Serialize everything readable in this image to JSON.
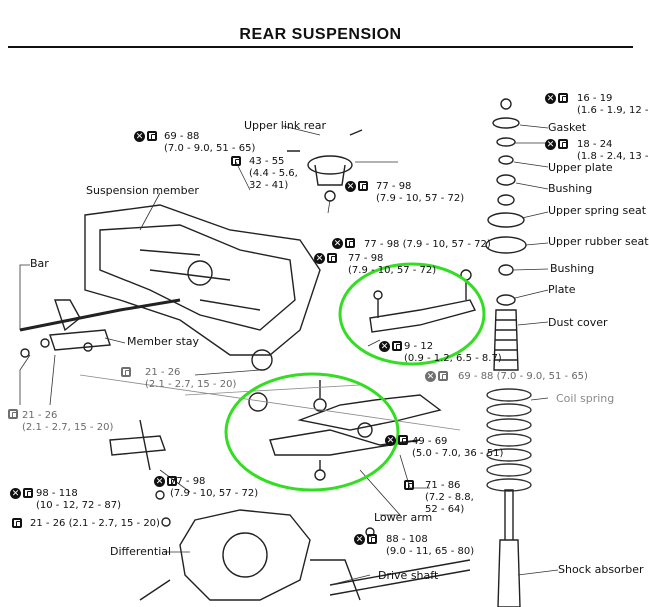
{
  "title": "REAR SUSPENSION",
  "labels": {
    "upper_link_rear": "Upper link rear",
    "suspension_member": "Suspension member",
    "bar": "Bar",
    "member_stay": "Member stay",
    "lower_arm": "Lower arm",
    "differential": "Differential",
    "drive_shaft": "Drive shaft",
    "gasket": "Gasket",
    "upper_plate": "Upper plate",
    "bushing_1": "Bushing",
    "upper_spring_seat": "Upper spring seat",
    "upper_rubber_seat": "Upper rubber seat",
    "bushing_2": "Bushing",
    "plate": "Plate",
    "dust_cover": "Dust cover",
    "coil_spring": "Coil spring",
    "shock_absorber": "Shock absorber"
  },
  "specs": {
    "s69_88_top": {
      "main": "69 - 88",
      "sub": "(7.0 - 9.0, 51 - 65)"
    },
    "s43_55": {
      "main": "43 - 55",
      "sub": "(4.4 - 5.6,",
      "sub2": "32 - 41)"
    },
    "s77_98_a": {
      "main": "77 - 98",
      "sub": "(7.9 - 10, 57 - 72)"
    },
    "s77_98_b": {
      "main": "77 - 98 (7.9 - 10, 57 - 72)"
    },
    "s77_98_c": {
      "main": "77 - 98",
      "sub": "(7.9 - 10, 57 - 72)"
    },
    "s9_12": {
      "main": "9 - 12",
      "sub": "(0.9 - 1.2, 6.5 - 8.7)"
    },
    "s69_88_mid": {
      "main": "69 - 88 (7.0 - 9.0, 51 - 65)"
    },
    "s21_26_a": {
      "main": "21 - 26",
      "sub": "(2.1 - 2.7, 15 - 20)"
    },
    "s21_26_b": {
      "main": "21 - 26",
      "sub": "(2.1 - 2.7, 15 - 20)"
    },
    "s49_69": {
      "main": "49 - 69",
      "sub": "(5.0 - 7.0, 36 - 51)"
    },
    "s77_98_d": {
      "main": "77 - 98",
      "sub": "(7.9 - 10, 57 - 72)"
    },
    "s71_86": {
      "main": "71 - 86",
      "sub": "(7.2 - 8.8,",
      "sub2": "52 - 64)"
    },
    "s98_118": {
      "main": "98 - 118",
      "sub": "(10 - 12, 72 - 87)"
    },
    "s21_26_c": {
      "main": "21 - 26 (2.1 - 2.7, 15 - 20)"
    },
    "s88_108": {
      "main": "88 - 108",
      "sub": "(9.0 - 11, 65 - 80)"
    },
    "s16_19": {
      "main": "16 - 19",
      "sub": "(1.6 - 1.9, 12 -"
    },
    "s18_24": {
      "main": "18 - 24",
      "sub": "(1.8 - 2.4, 13 -"
    }
  },
  "colors": {
    "ink": "#111111",
    "highlight": "#33dd22",
    "faded": "#8a8a8a"
  },
  "icons": {
    "nut_replace": "circled-x-icon",
    "torque": "torque-wrench-icon"
  }
}
